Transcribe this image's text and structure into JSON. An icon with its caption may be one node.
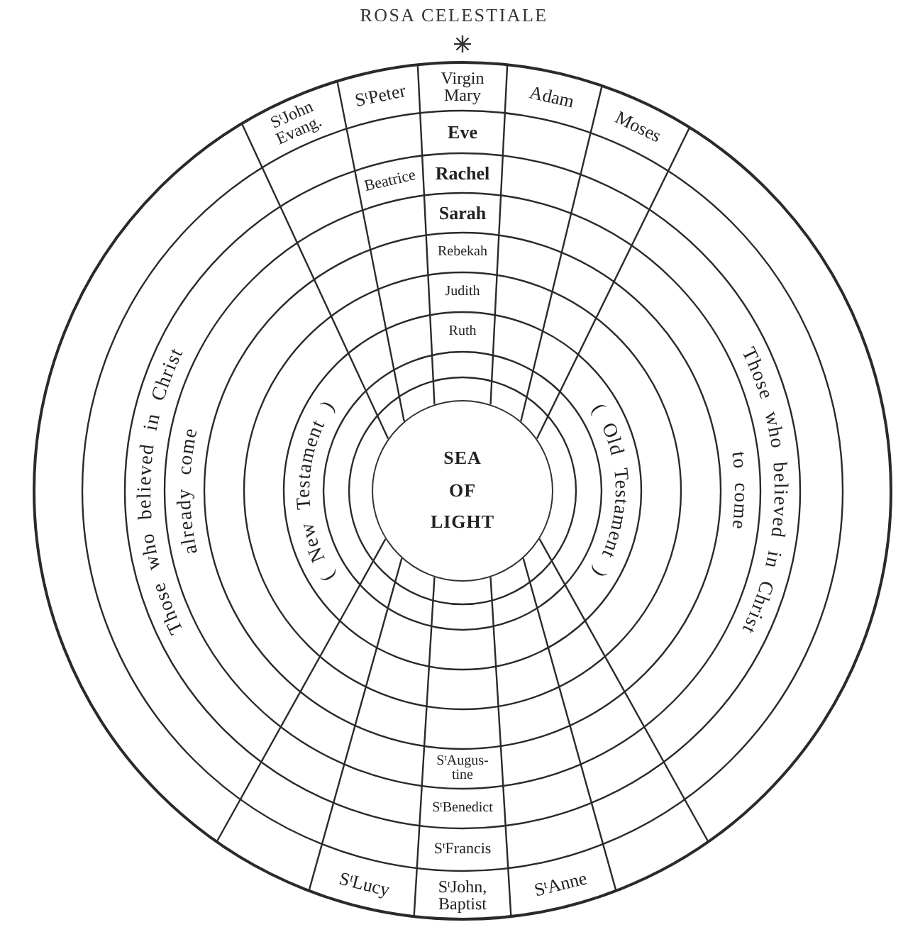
{
  "diagram": {
    "title": "ROSA CELESTIALE",
    "nodes": [
      {
        "text": [
          "S$^{t}$John Evang."
        ]
      },
      {
        "text": [
          "S$^{t}$Peter"
        ]
      },
      {
        "text": [
          "Virgin Mary"
        ]
      },
      {
        "text": [
          "Adam"
        ]
      },
      {
        "text": [
          "Moses"
        ]
      },
      {
        "text": [
          "Eve"
        ]
      },
      {
        "text": [
          "Beatrice"
        ]
      },
      {
        "text": [
          "Rachel"
        ]
      },
      {
        "text": [
          "Sarah"
        ]
      },
      {
        "text": [
          "Rebekah"
        ]
      },
      {
        "text": [
          "Judith"
        ]
      },
      {
        "text": [
          "Ruth"
        ]
      },
      {
        "text": [
          "SEA OF LIGHT"
        ]
      },
      {
        "text": [
          "S$^{t}$Augus- tine"
        ]
      },
      {
        "text": [
          "S$^{t}$Benedict"
        ]
      },
      {
        "text": [
          "S$^{t}$Francis"
        ]
      },
      {
        "text": [
          "S$^{t}$Lucy"
        ]
      },
      {
        "text": [
          "S$^{t}$John, Baptist"
        ]
      },
      {
        "text": [
          "S$^{t}$Anne"
        ]
      }
    ],
    "labels": [
      "Those who believed in Christ",
      "already come",
      "( New Testament )",
      "( Old Testament )",
      "to come",
      "Those who believed in Christ"
    ]
  }
}
